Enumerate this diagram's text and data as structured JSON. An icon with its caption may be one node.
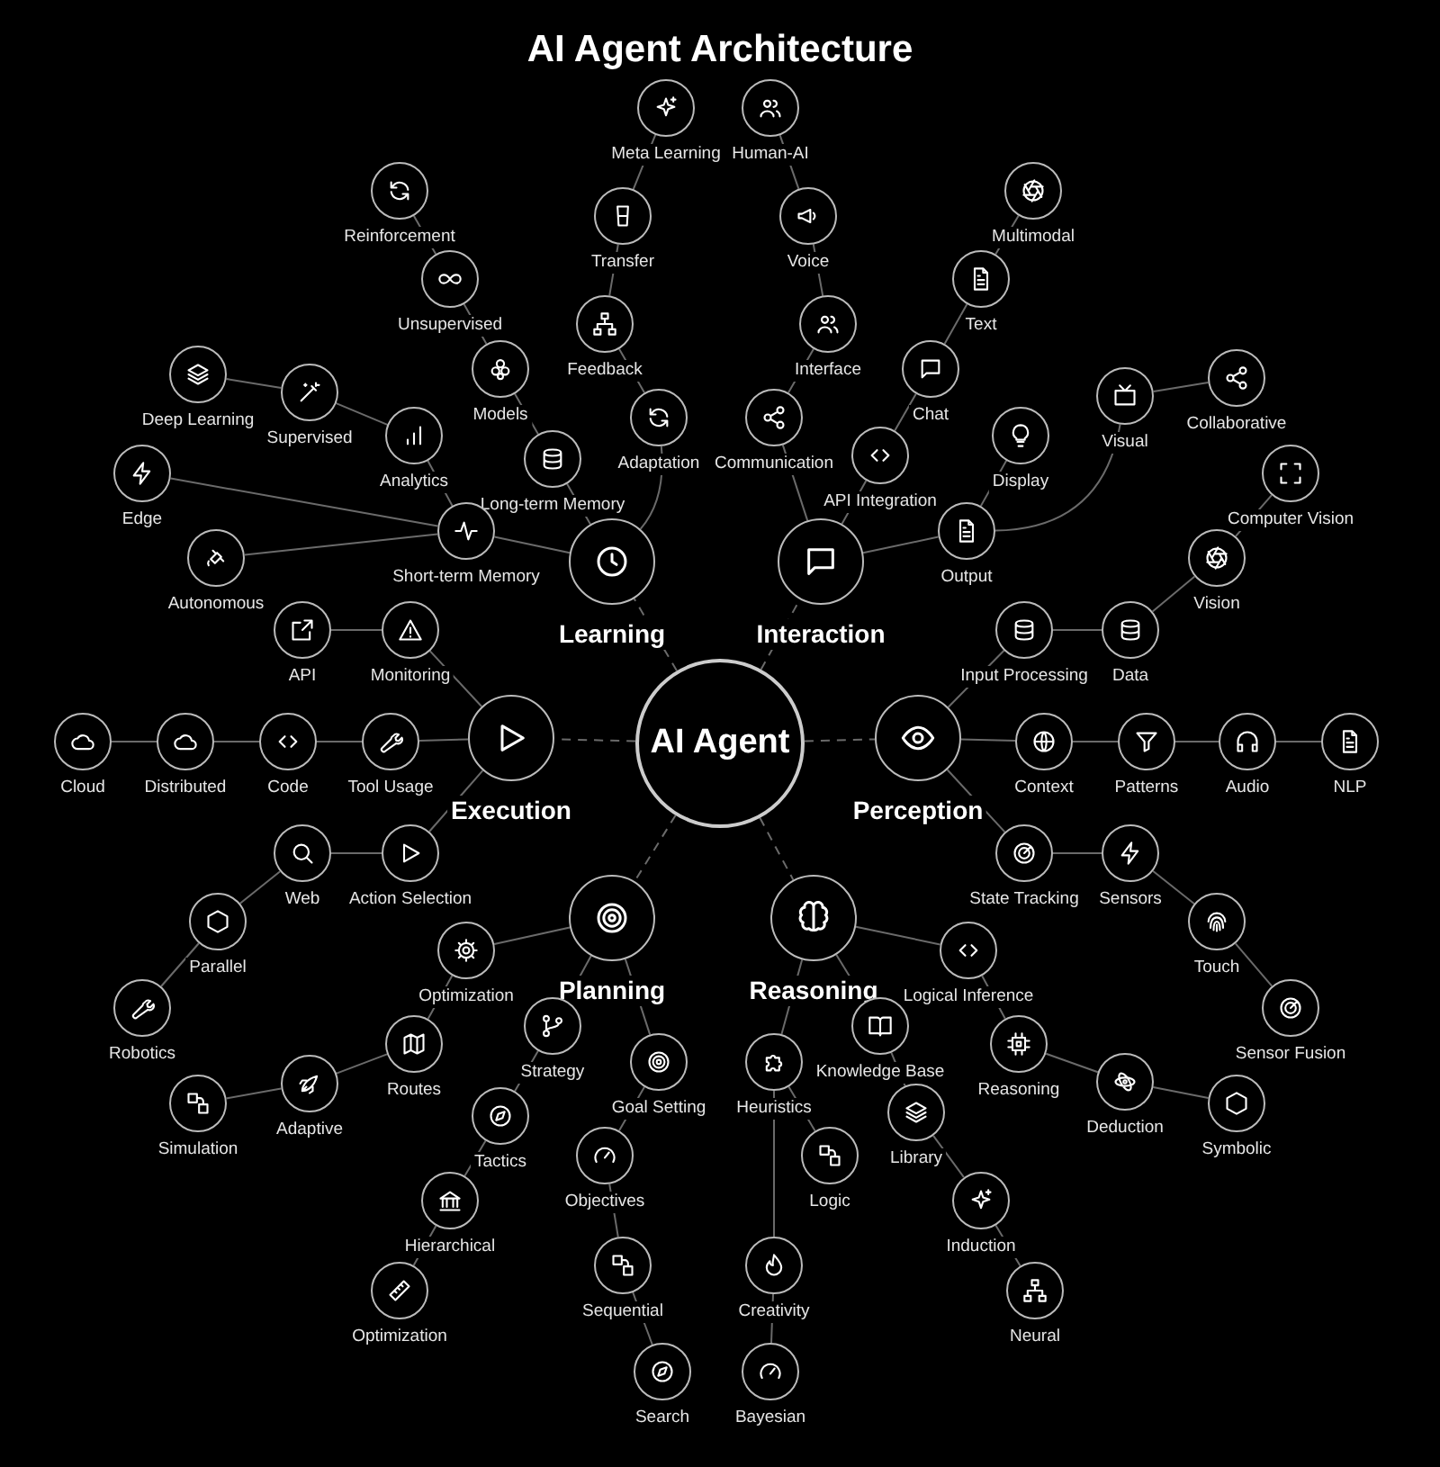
{
  "diagram": {
    "title": "AI Agent Architecture",
    "nodes": [
      {
        "text": [
          "AI Agent"
        ]
      },
      {
        "text": [
          "Learning"
        ]
      },
      {
        "text": [
          "Interaction"
        ]
      },
      {
        "text": [
          "Execution"
        ]
      },
      {
        "text": [
          "Perception"
        ]
      },
      {
        "text": [
          "Planning"
        ]
      },
      {
        "text": [
          "Reasoning"
        ]
      },
      {
        "text": [
          "Meta Learning"
        ]
      },
      {
        "text": [
          "Human-AI"
        ]
      },
      {
        "text": [
          "Reinforcement"
        ]
      },
      {
        "text": [
          "Transfer"
        ]
      },
      {
        "text": [
          "Voice"
        ]
      },
      {
        "text": [
          "Multimodal"
        ]
      },
      {
        "text": [
          "Unsupervised"
        ]
      },
      {
        "text": [
          "Text"
        ]
      },
      {
        "text": [
          "Feedback"
        ]
      },
      {
        "text": [
          "Interface"
        ]
      },
      {
        "text": [
          "Models"
        ]
      },
      {
        "text": [
          "Chat"
        ]
      },
      {
        "text": [
          "Deep Learning"
        ]
      },
      {
        "text": [
          "Supervised"
        ]
      },
      {
        "text": [
          "Collaborative"
        ]
      },
      {
        "text": [
          "Visual"
        ]
      },
      {
        "text": [
          "Adaptation"
        ]
      },
      {
        "text": [
          "Communication"
        ]
      },
      {
        "text": [
          "Analytics"
        ]
      },
      {
        "text": [
          "Display"
        ]
      },
      {
        "text": [
          "Long-term Memory"
        ]
      },
      {
        "text": [
          "API Integration"
        ]
      },
      {
        "text": [
          "Edge"
        ]
      },
      {
        "text": [
          "Computer Vision"
        ]
      },
      {
        "text": [
          "Short-term Memory"
        ]
      },
      {
        "text": [
          "Output"
        ]
      },
      {
        "text": [
          "Autonomous"
        ]
      },
      {
        "text": [
          "Vision"
        ]
      },
      {
        "text": [
          "API"
        ]
      },
      {
        "text": [
          "Monitoring"
        ]
      },
      {
        "text": [
          "Input Processing"
        ]
      },
      {
        "text": [
          "Data"
        ]
      },
      {
        "text": [
          "Cloud"
        ]
      },
      {
        "text": [
          "Distributed"
        ]
      },
      {
        "text": [
          "Code"
        ]
      },
      {
        "text": [
          "Tool Usage"
        ]
      },
      {
        "text": [
          "Context"
        ]
      },
      {
        "text": [
          "Patterns"
        ]
      },
      {
        "text": [
          "Audio"
        ]
      },
      {
        "text": [
          "NLP"
        ]
      },
      {
        "text": [
          "Web"
        ]
      },
      {
        "text": [
          "Action Selection"
        ]
      },
      {
        "text": [
          "State Tracking"
        ]
      },
      {
        "text": [
          "Sensors"
        ]
      },
      {
        "text": [
          "Parallel"
        ]
      },
      {
        "text": [
          "Touch"
        ]
      },
      {
        "text": [
          "Optimization"
        ]
      },
      {
        "text": [
          "Logical Inference"
        ]
      },
      {
        "text": [
          "Robotics"
        ]
      },
      {
        "text": [
          "Sensor Fusion"
        ]
      },
      {
        "text": [
          "Knowledge Base"
        ]
      },
      {
        "text": [
          "Strategy"
        ]
      },
      {
        "text": [
          "Routes"
        ]
      },
      {
        "text": [
          "Reasoning"
        ]
      },
      {
        "text": [
          "Goal Setting"
        ]
      },
      {
        "text": [
          "Heuristics"
        ]
      },
      {
        "text": [
          "Deduction"
        ]
      },
      {
        "text": [
          "Adaptive"
        ]
      },
      {
        "text": [
          "Simulation"
        ]
      },
      {
        "text": [
          "Symbolic"
        ]
      },
      {
        "text": [
          "Library"
        ]
      },
      {
        "text": [
          "Tactics"
        ]
      },
      {
        "text": [
          "Logic"
        ]
      },
      {
        "text": [
          "Objectives"
        ]
      },
      {
        "text": [
          "Induction"
        ]
      },
      {
        "text": [
          "Hierarchical"
        ]
      },
      {
        "text": [
          "Sequential"
        ]
      },
      {
        "text": [
          "Creativity"
        ]
      },
      {
        "text": [
          "Optimization"
        ]
      },
      {
        "text": [
          "Neural"
        ]
      },
      {
        "text": [
          "Search"
        ]
      },
      {
        "text": [
          "Bayesian"
        ]
      }
    ],
    "edges": [
      {
        "from": 0,
        "to": 1,
        "arrow": "none",
        "style": "dashed"
      },
      {
        "from": 0,
        "to": 2,
        "arrow": "none",
        "style": "dashed"
      },
      {
        "from": 0,
        "to": 3,
        "arrow": "none",
        "style": "dashed"
      },
      {
        "from": 0,
        "to": 4,
        "arrow": "none",
        "style": "dashed"
      },
      {
        "from": 0,
        "to": 5,
        "arrow": "none",
        "style": "dashed"
      },
      {
        "from": 0,
        "to": 6,
        "arrow": "none",
        "style": "dashed"
      },
      {
        "from": 1,
        "to": 27,
        "arrow": "none"
      },
      {
        "from": 27,
        "to": 17,
        "arrow": "none"
      },
      {
        "from": 17,
        "to": 13,
        "arrow": "none"
      },
      {
        "from": 13,
        "to": 9,
        "arrow": "none"
      },
      {
        "from": 1,
        "to": 23,
        "arrow": "none"
      },
      {
        "from": 23,
        "to": 15,
        "arrow": "none"
      },
      {
        "from": 15,
        "to": 10,
        "arrow": "none"
      },
      {
        "from": 10,
        "to": 7,
        "arrow": "none"
      },
      {
        "from": 1,
        "to": 31,
        "arrow": "none"
      },
      {
        "from": 31,
        "to": 25,
        "arrow": "none"
      },
      {
        "from": 25,
        "to": 20,
        "arrow": "none"
      },
      {
        "from": 20,
        "to": 19,
        "arrow": "none"
      },
      {
        "from": 31,
        "to": 29,
        "arrow": "none"
      },
      {
        "from": 31,
        "to": 33,
        "arrow": "none"
      },
      {
        "from": 2,
        "to": 28,
        "arrow": "none"
      },
      {
        "from": 28,
        "to": 18,
        "arrow": "none"
      },
      {
        "from": 18,
        "to": 14,
        "arrow": "none"
      },
      {
        "from": 14,
        "to": 12,
        "arrow": "none"
      },
      {
        "from": 2,
        "to": 24,
        "arrow": "none"
      },
      {
        "from": 24,
        "to": 16,
        "arrow": "none"
      },
      {
        "from": 16,
        "to": 11,
        "arrow": "none"
      },
      {
        "from": 11,
        "to": 8,
        "arrow": "none"
      },
      {
        "from": 2,
        "to": 32,
        "arrow": "none"
      },
      {
        "from": 32,
        "to": 26,
        "arrow": "none"
      },
      {
        "from": 32,
        "to": 22,
        "arrow": "none"
      },
      {
        "from": 22,
        "to": 21,
        "arrow": "none"
      },
      {
        "from": 4,
        "to": 37,
        "arrow": "none"
      },
      {
        "from": 37,
        "to": 38,
        "arrow": "none"
      },
      {
        "from": 38,
        "to": 34,
        "arrow": "none"
      },
      {
        "from": 34,
        "to": 30,
        "arrow": "none"
      },
      {
        "from": 4,
        "to": 43,
        "arrow": "none"
      },
      {
        "from": 43,
        "to": 44,
        "arrow": "none"
      },
      {
        "from": 44,
        "to": 45,
        "arrow": "none"
      },
      {
        "from": 45,
        "to": 46,
        "arrow": "none"
      },
      {
        "from": 4,
        "to": 49,
        "arrow": "none"
      },
      {
        "from": 49,
        "to": 50,
        "arrow": "none"
      },
      {
        "from": 50,
        "to": 52,
        "arrow": "none"
      },
      {
        "from": 52,
        "to": 56,
        "arrow": "none"
      },
      {
        "from": 3,
        "to": 36,
        "arrow": "none"
      },
      {
        "from": 36,
        "to": 35,
        "arrow": "none"
      },
      {
        "from": 3,
        "to": 42,
        "arrow": "none"
      },
      {
        "from": 42,
        "to": 41,
        "arrow": "none"
      },
      {
        "from": 41,
        "to": 40,
        "arrow": "none"
      },
      {
        "from": 40,
        "to": 39,
        "arrow": "none"
      },
      {
        "from": 3,
        "to": 48,
        "arrow": "none"
      },
      {
        "from": 48,
        "to": 47,
        "arrow": "none"
      },
      {
        "from": 47,
        "to": 51,
        "arrow": "none"
      },
      {
        "from": 51,
        "to": 55,
        "arrow": "none"
      },
      {
        "from": 5,
        "to": 53,
        "arrow": "none"
      },
      {
        "from": 53,
        "to": 59,
        "arrow": "none"
      },
      {
        "from": 59,
        "to": 64,
        "arrow": "none"
      },
      {
        "from": 64,
        "to": 65,
        "arrow": "none"
      },
      {
        "from": 5,
        "to": 58,
        "arrow": "none"
      },
      {
        "from": 58,
        "to": 68,
        "arrow": "none"
      },
      {
        "from": 68,
        "to": 72,
        "arrow": "none"
      },
      {
        "from": 72,
        "to": 75,
        "arrow": "none"
      },
      {
        "from": 5,
        "to": 61,
        "arrow": "none"
      },
      {
        "from": 61,
        "to": 70,
        "arrow": "none"
      },
      {
        "from": 70,
        "to": 73,
        "arrow": "none"
      },
      {
        "from": 73,
        "to": 77,
        "arrow": "none"
      },
      {
        "from": 6,
        "to": 62,
        "arrow": "none"
      },
      {
        "from": 62,
        "to": 69,
        "arrow": "none"
      },
      {
        "from": 62,
        "to": 74,
        "arrow": "none"
      },
      {
        "from": 74,
        "to": 78,
        "arrow": "none"
      },
      {
        "from": 6,
        "to": 57,
        "arrow": "none"
      },
      {
        "from": 57,
        "to": 67,
        "arrow": "none"
      },
      {
        "from": 67,
        "to": 71,
        "arrow": "none"
      },
      {
        "from": 71,
        "to": 76,
        "arrow": "none"
      },
      {
        "from": 6,
        "to": 54,
        "arrow": "none"
      },
      {
        "from": 54,
        "to": 60,
        "arrow": "none"
      },
      {
        "from": 60,
        "to": 63,
        "arrow": "none"
      },
      {
        "from": 63,
        "to": 66,
        "arrow": "none"
      }
    ]
  }
}
